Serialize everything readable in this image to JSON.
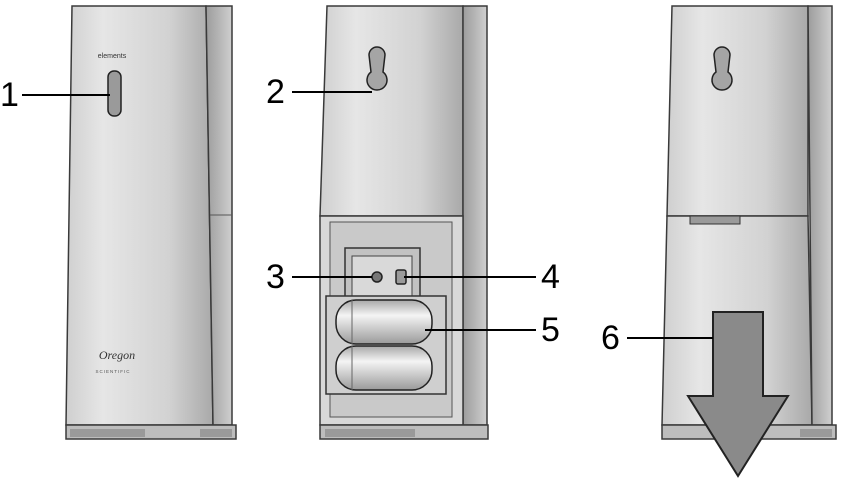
{
  "callouts": [
    {
      "number": "1",
      "target": "led-indicator"
    },
    {
      "number": "2",
      "target": "wall-mount-hole"
    },
    {
      "number": "3",
      "target": "reset-hole"
    },
    {
      "number": "4",
      "target": "channel-switch"
    },
    {
      "number": "5",
      "target": "battery-compartment"
    },
    {
      "number": "6",
      "target": "slide-down-cover"
    }
  ],
  "brand": {
    "top_label": "elements",
    "logo_text": "Oregon",
    "logo_subtext": "SCIENTIFIC"
  },
  "colors": {
    "body_light": "#dcdcdc",
    "body_mid": "#bdbdbd",
    "body_dark": "#8e8e8e",
    "outline": "#3a3a3a",
    "arrow_fill": "#8a8a8a",
    "battery_light": "#f2f2f2",
    "battery_dark": "#9a9a9a"
  }
}
